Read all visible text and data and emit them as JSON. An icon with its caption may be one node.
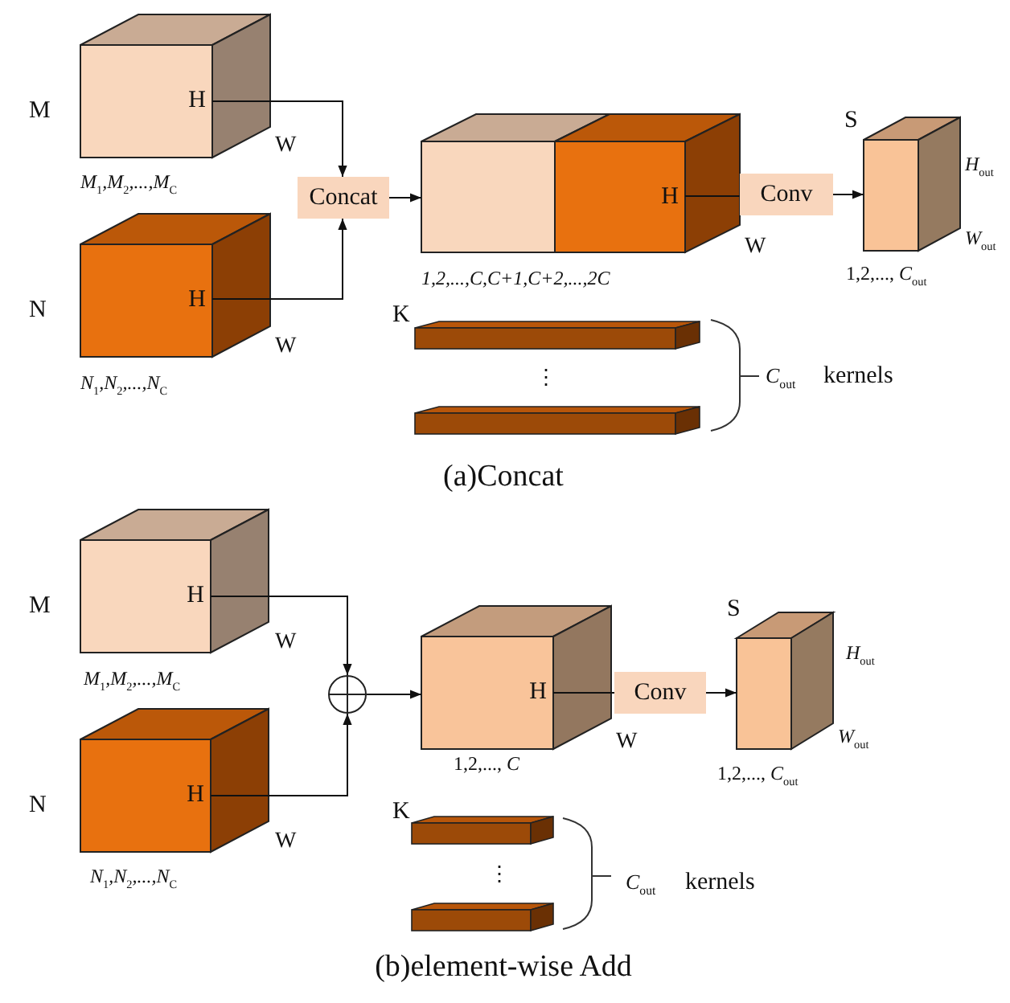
{
  "diagram": {
    "nodes": [
      {
        "text": [
          "H"
        ],
        "beside": [
          "M",
          "W",
          "M$_{1}$,M$_{2}$,...,M$_{C}$"
        ]
      },
      {
        "text": [
          "H"
        ],
        "beside": [
          "N",
          "W",
          "N$_{1}$,N$_{2}$,...,N$_{C}$"
        ]
      },
      {
        "text": [
          "Concat"
        ]
      },
      {
        "text": [
          "H"
        ],
        "beside": [
          "W",
          "1,2,...,C,C+1,C+2,...,2C"
        ]
      },
      {
        "text": [
          "Conv"
        ]
      },
      {
        "text": [],
        "shape": "box",
        "beside": [
          "S",
          "*H*$_{out}$",
          "*W*$_{out}$",
          "1,2,..., *C*$_{out}$"
        ]
      },
      {
        "text": [
          "H"
        ],
        "beside": [
          "M",
          "W",
          "M$_{1}$,M$_{2}$,...,M$_{C}$"
        ]
      },
      {
        "text": [
          "H"
        ],
        "beside": [
          "N",
          "W",
          "N$_{1}$,N$_{2}$,...,N$_{C}$"
        ]
      },
      {
        "text": [],
        "shape": "circle"
      },
      {
        "text": [
          "H"
        ],
        "beside": [
          "W",
          "1,2,..., *C*"
        ]
      },
      {
        "text": [
          "Conv"
        ]
      },
      {
        "text": [],
        "shape": "box",
        "beside": [
          "S",
          "*H*$_{out}$",
          "*W*$_{out}$",
          "1,2,..., *C*$_{out}$"
        ]
      }
    ],
    "edges": [
      {
        "from": 0,
        "to": 2,
        "arrow": "to"
      },
      {
        "from": 1,
        "to": 2,
        "arrow": "to"
      },
      {
        "from": 2,
        "to": 3,
        "arrow": "to"
      },
      {
        "from": 3,
        "to": 4,
        "arrow": "none"
      },
      {
        "from": 4,
        "to": 5,
        "arrow": "to"
      },
      {
        "from": 6,
        "to": 8,
        "arrow": "to"
      },
      {
        "from": 7,
        "to": 8,
        "arrow": "to"
      },
      {
        "from": 8,
        "to": 9,
        "arrow": "to"
      },
      {
        "from": 9,
        "to": 10,
        "arrow": "none"
      },
      {
        "from": 10,
        "to": 11,
        "arrow": "to"
      }
    ],
    "labels": [
      "K",
      "⋮",
      "*C*$_{out}$",
      "kernels",
      "(a)Concat",
      "K",
      "⋮",
      "*C*$_{out}$",
      "kernels",
      "(b)element-wise Add"
    ]
  }
}
